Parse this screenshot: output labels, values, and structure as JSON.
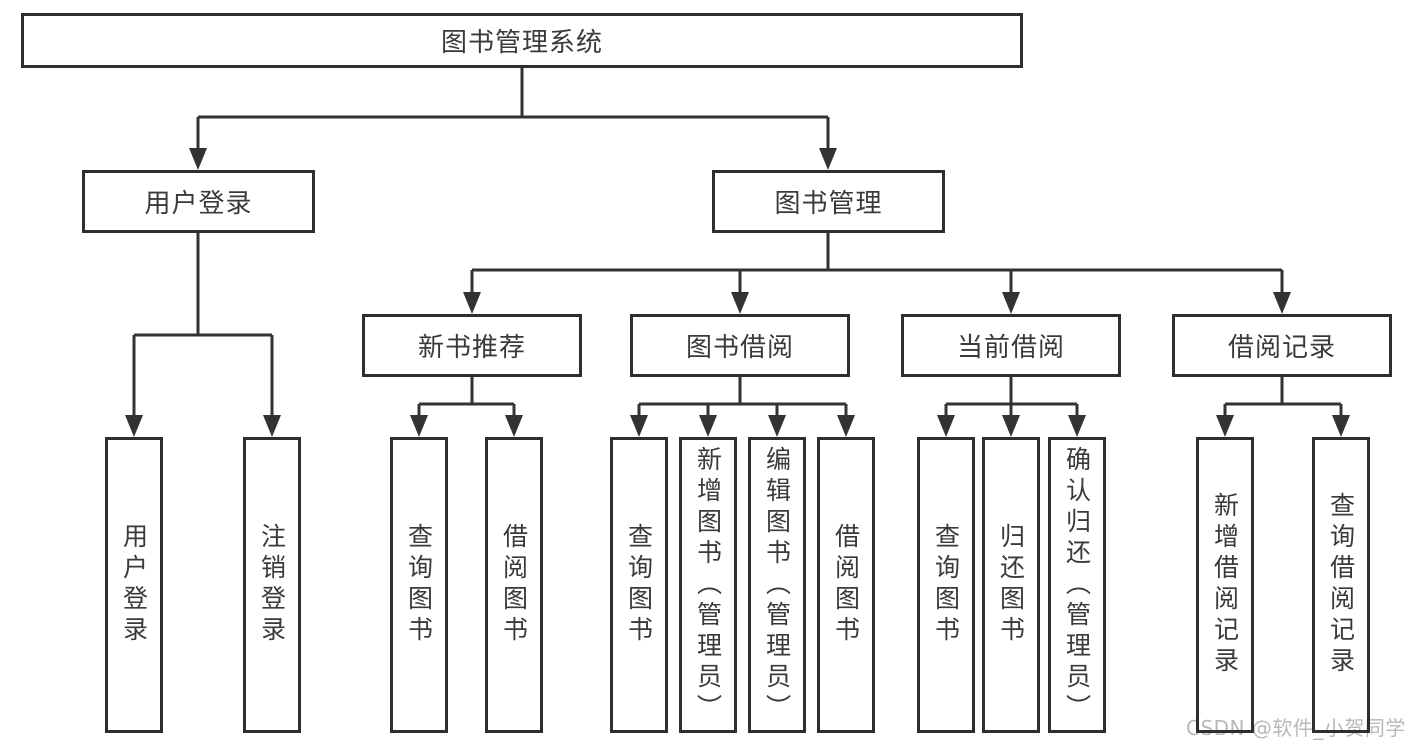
{
  "tree": {
    "root": "图书管理系统",
    "level2": [
      "用户登录",
      "图书管理"
    ],
    "level3": [
      "新书推荐",
      "图书借阅",
      "当前借阅",
      "借阅记录"
    ],
    "leaves": {
      "user_login": [
        "用户登录",
        "注销登录"
      ],
      "new_book_rec": [
        "查询图书",
        "借阅图书"
      ],
      "book_borrow": [
        "查询图书",
        "新增图书（管理员）",
        "编辑图书（管理员）",
        "借阅图书"
      ],
      "current_borrow": [
        "查询图书",
        "归还图书",
        "确认归还（管理员）"
      ],
      "borrow_record": [
        "新增借阅记录",
        "查询借阅记录"
      ]
    }
  },
  "watermark": "CSDN @软件_小贺同学",
  "colors": {
    "line": "#333333",
    "border": "#2e2e2e",
    "fill": "#ffffff",
    "text": "#3a3a3a",
    "watermark": "#b9b9b9",
    "background": "#ffffff"
  }
}
